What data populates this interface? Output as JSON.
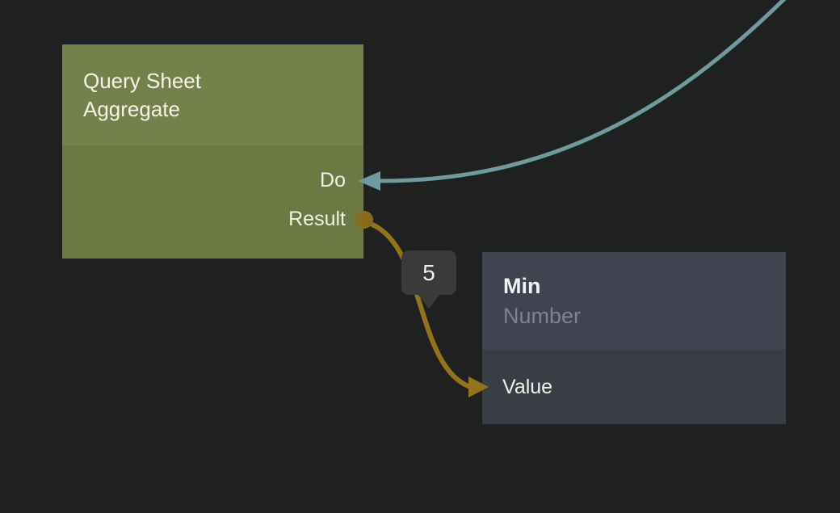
{
  "canvas": {
    "background_color": "#1f2020"
  },
  "nodes": {
    "query_sheet_aggregate": {
      "title": "Query Sheet Aggregate",
      "header_color": "#75814a",
      "body_color": "#6d7942",
      "ports": {
        "do": {
          "label": "Do",
          "direction": "input",
          "side": "right"
        },
        "result": {
          "label": "Result",
          "direction": "output",
          "side": "right"
        }
      }
    },
    "min": {
      "title": "Min",
      "subtitle": "Number",
      "header_color": "#414450",
      "body_color": "#393d46",
      "ports": {
        "value": {
          "label": "Value",
          "direction": "input",
          "side": "left"
        }
      }
    }
  },
  "connections": {
    "exec_wire": {
      "color": "#6f9aa0",
      "from": "offscreen-top-right",
      "to_port": "Do"
    },
    "result_wire": {
      "color": "#95731a",
      "dot_color": "#886a1c",
      "from_port": "Result",
      "to_port": "Value"
    }
  },
  "value_badge": {
    "label": "5",
    "background_color": "#3a3a3a",
    "text_color": "#f0f0f0"
  }
}
